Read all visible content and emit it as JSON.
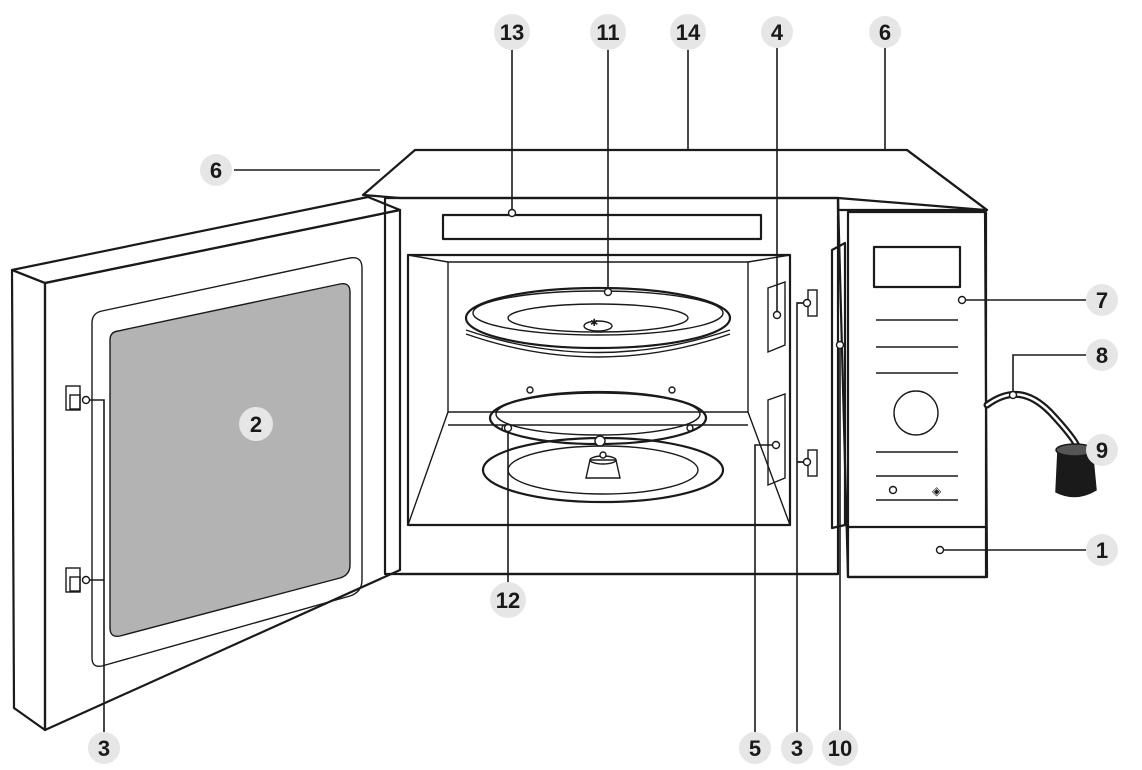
{
  "callouts": [
    {
      "id": "c13",
      "label": "13"
    },
    {
      "id": "c11",
      "label": "11"
    },
    {
      "id": "c14",
      "label": "14"
    },
    {
      "id": "c4",
      "label": "4"
    },
    {
      "id": "c6r",
      "label": "6"
    },
    {
      "id": "c6l",
      "label": "6"
    },
    {
      "id": "c7",
      "label": "7"
    },
    {
      "id": "c8",
      "label": "8"
    },
    {
      "id": "c9",
      "label": "9"
    },
    {
      "id": "c2",
      "label": "2"
    },
    {
      "id": "c1",
      "label": "1"
    },
    {
      "id": "c12",
      "label": "12"
    },
    {
      "id": "c3l",
      "label": "3"
    },
    {
      "id": "c5",
      "label": "5"
    },
    {
      "id": "c3r",
      "label": "3"
    },
    {
      "id": "c10",
      "label": "10"
    }
  ],
  "colors": {
    "line": "#1a1a1a",
    "window_fill": "#b3b3b3",
    "badge_fill": "#e6e6e6",
    "panel_fill": "#d6d6d6"
  }
}
